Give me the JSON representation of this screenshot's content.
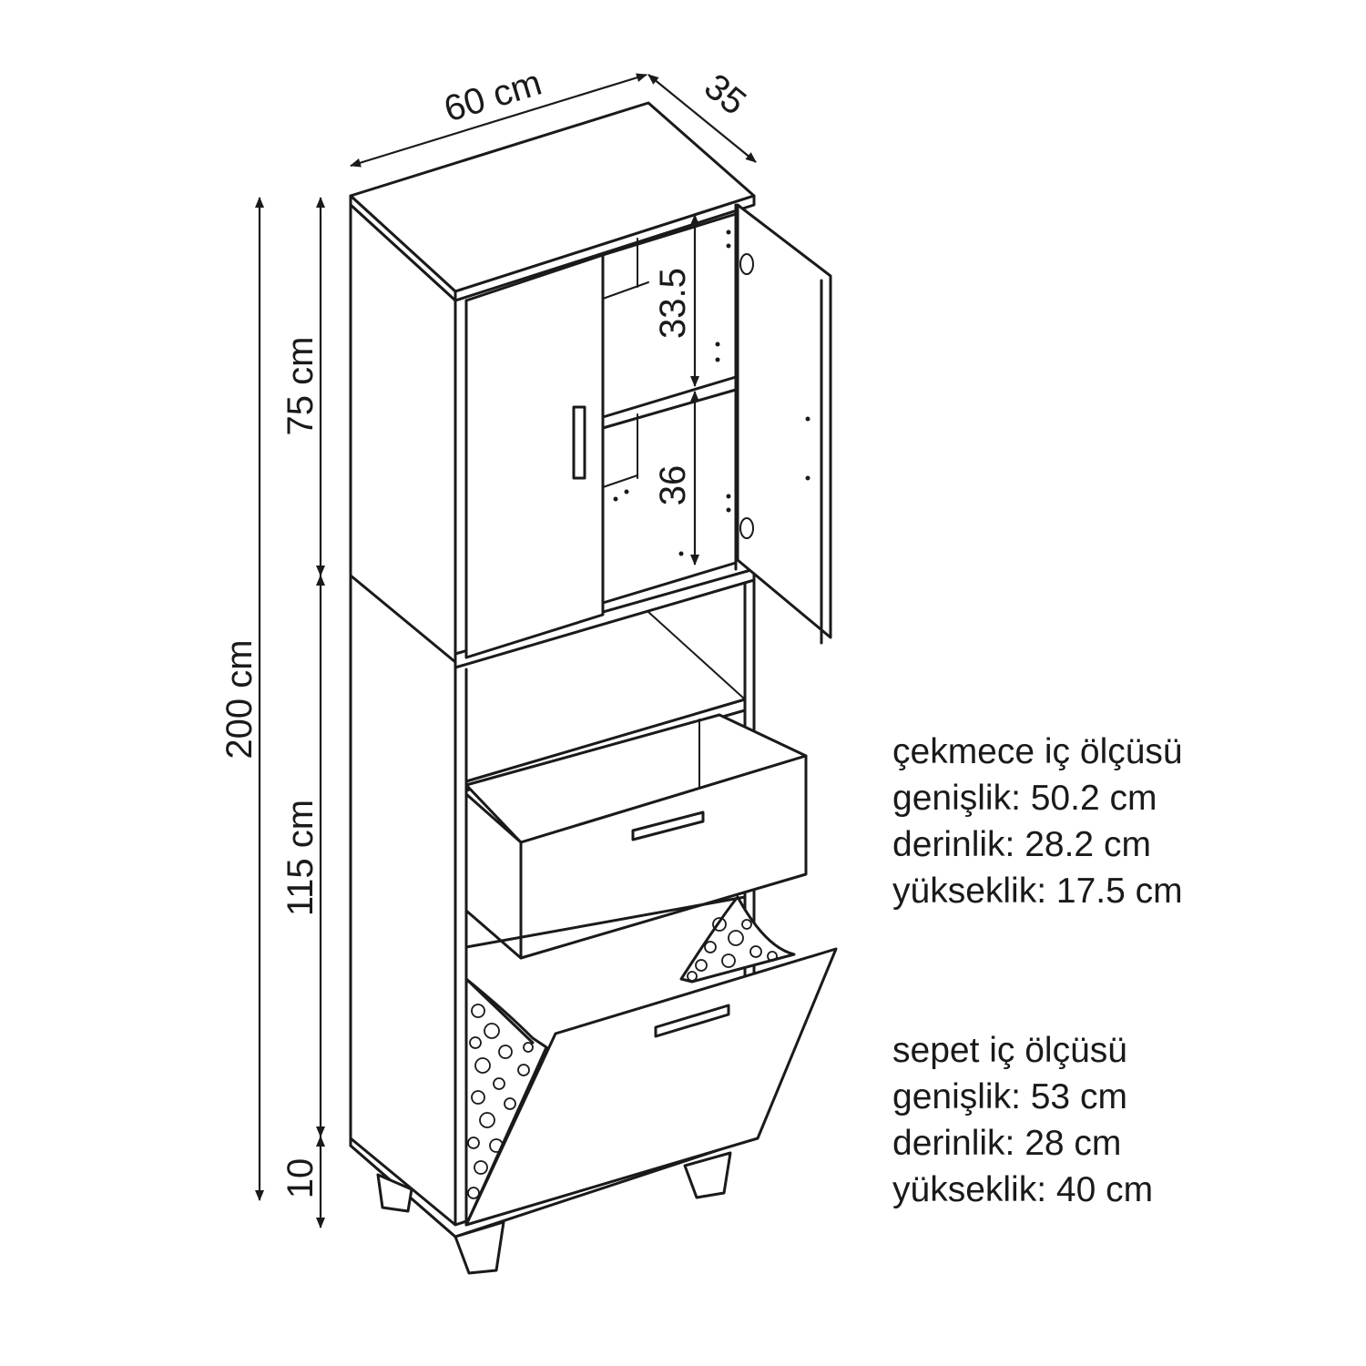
{
  "dimensions": {
    "width": "60 cm",
    "depth": "35",
    "total_height": "200 cm",
    "upper_height": "75 cm",
    "lower_height": "115 cm",
    "leg_height": "10",
    "upper_shelf": "33.5",
    "lower_shelf": "36"
  },
  "drawer_spec": {
    "title": "çekmece iç ölçüsü",
    "width": "genişlik: 50.2 cm",
    "depth": "derinlik: 28.2 cm",
    "height": "yükseklik: 17.5 cm"
  },
  "basket_spec": {
    "title": "sepet iç ölçüsü",
    "width": "genişlik: 53 cm",
    "depth": "derinlik: 28 cm",
    "height": "yükseklik: 40 cm"
  }
}
